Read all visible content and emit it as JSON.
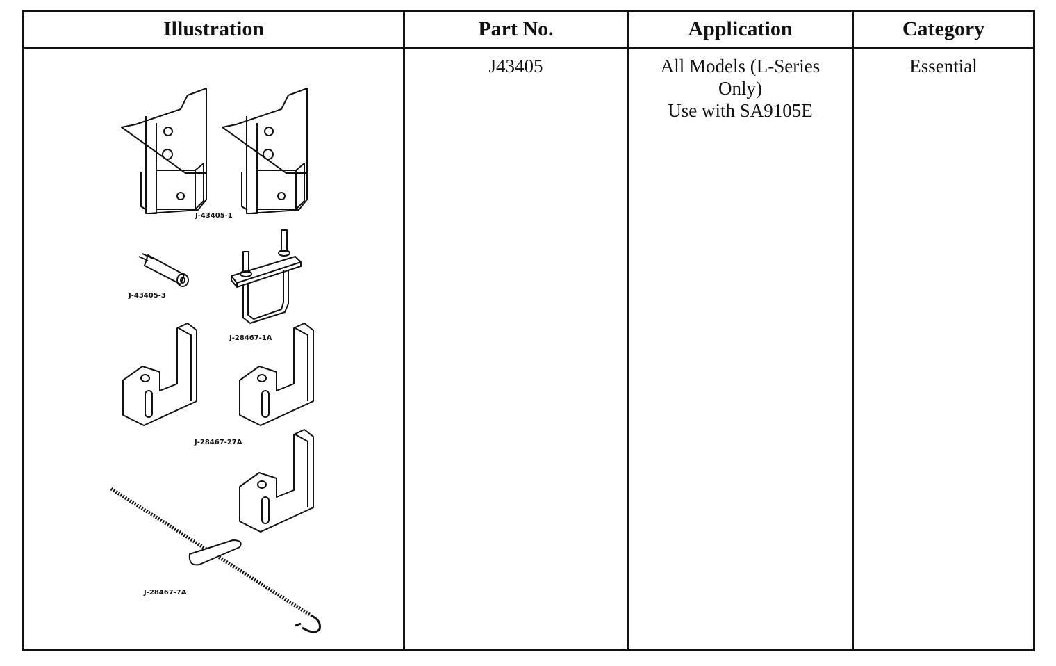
{
  "table": {
    "headers": {
      "illustration": "Illustration",
      "part_no": "Part No.",
      "application": "Application",
      "category": "Category"
    },
    "row": {
      "part_no": "J43405",
      "application_lines": [
        "All Models (L-Series",
        "Only)",
        "Use with SA9105E"
      ],
      "category": "Essential"
    }
  },
  "illustration": {
    "labels": {
      "bracket_pair": "J-43405-1",
      "adapter": "J-43405-3",
      "bridge_plate": "J-28467-1A",
      "hooks": "J-28467-27A",
      "threaded_rod": "J-28467-7A"
    }
  }
}
